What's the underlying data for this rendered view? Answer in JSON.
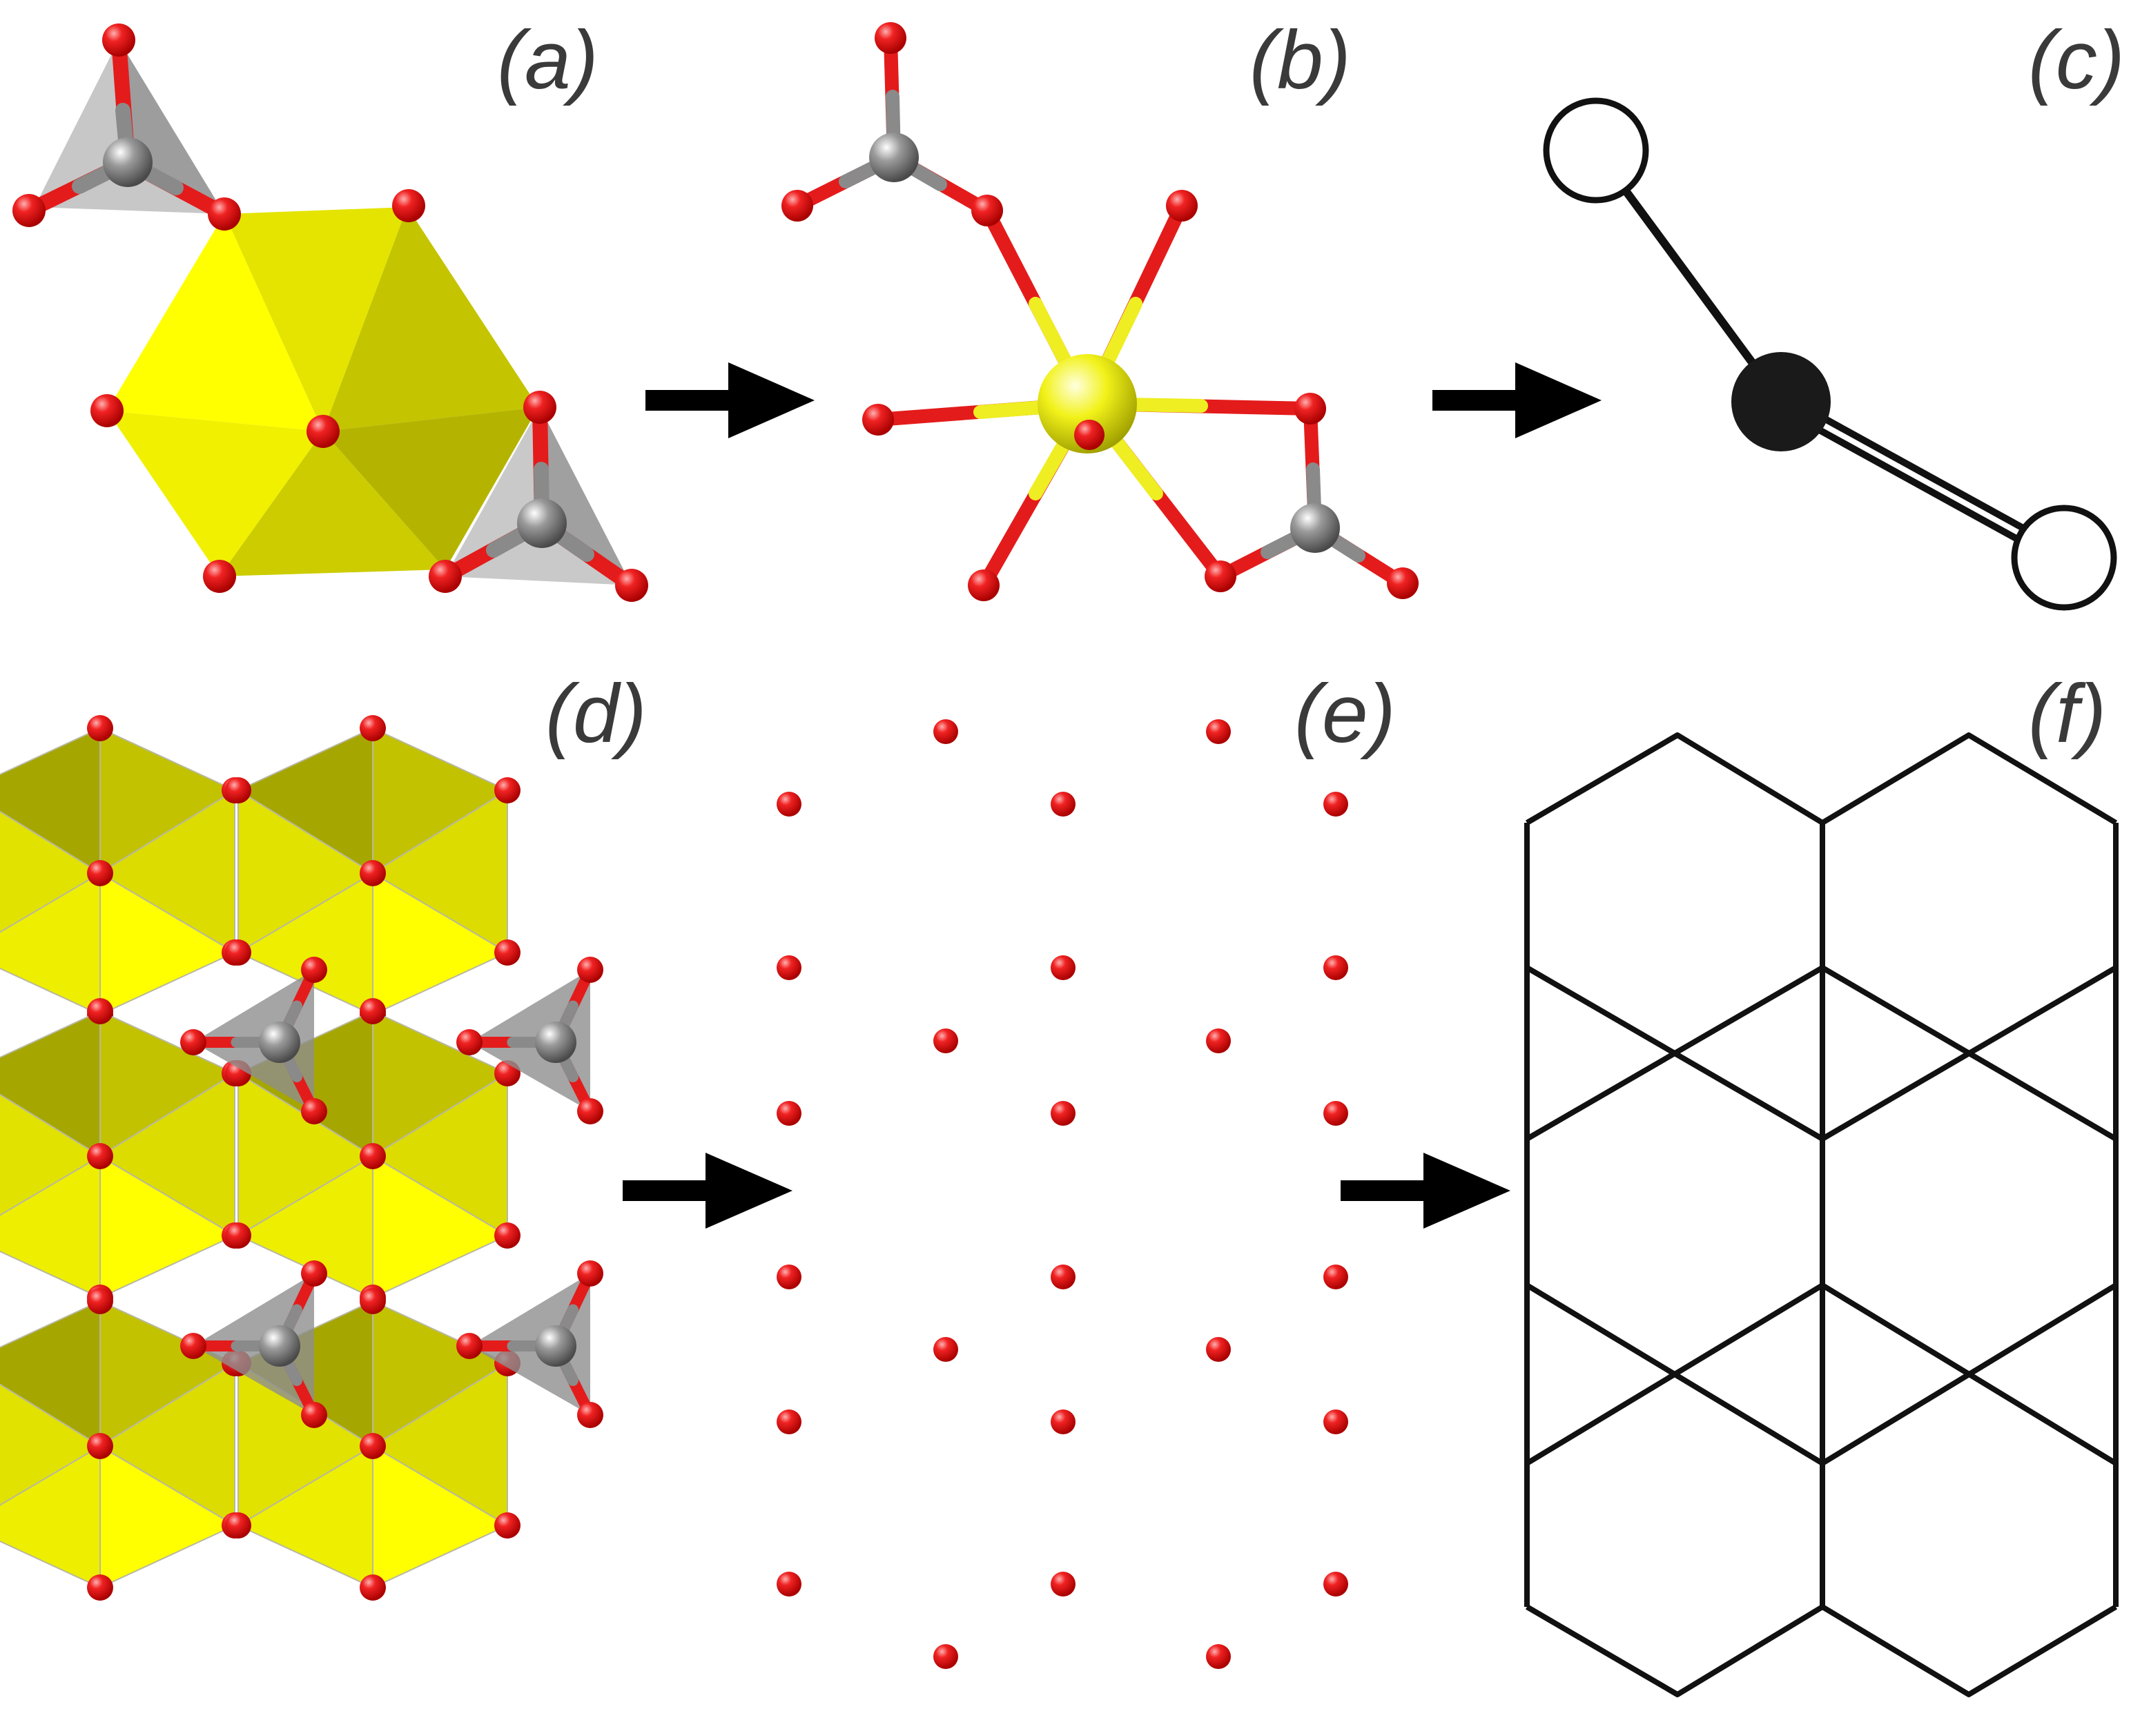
{
  "panels": [
    {
      "id": "a",
      "label": "(a)"
    },
    {
      "id": "b",
      "label": "(b)"
    },
    {
      "id": "c",
      "label": "(c)"
    },
    {
      "id": "d",
      "label": "(d)"
    },
    {
      "id": "e",
      "label": "(e)"
    },
    {
      "id": "f",
      "label": "(f)"
    }
  ],
  "colors": {
    "oxygen": "#e41b1b",
    "carbon": "#8a8a8a",
    "metal": "#f0f020",
    "polyhedron_light": "#ffff00",
    "polyhedron_mid": "#dede00",
    "polyhedron_dark": "#a8a800",
    "tetrahedron": "#9a9a9a",
    "net_line": "#111111",
    "arrow": "#000000"
  }
}
